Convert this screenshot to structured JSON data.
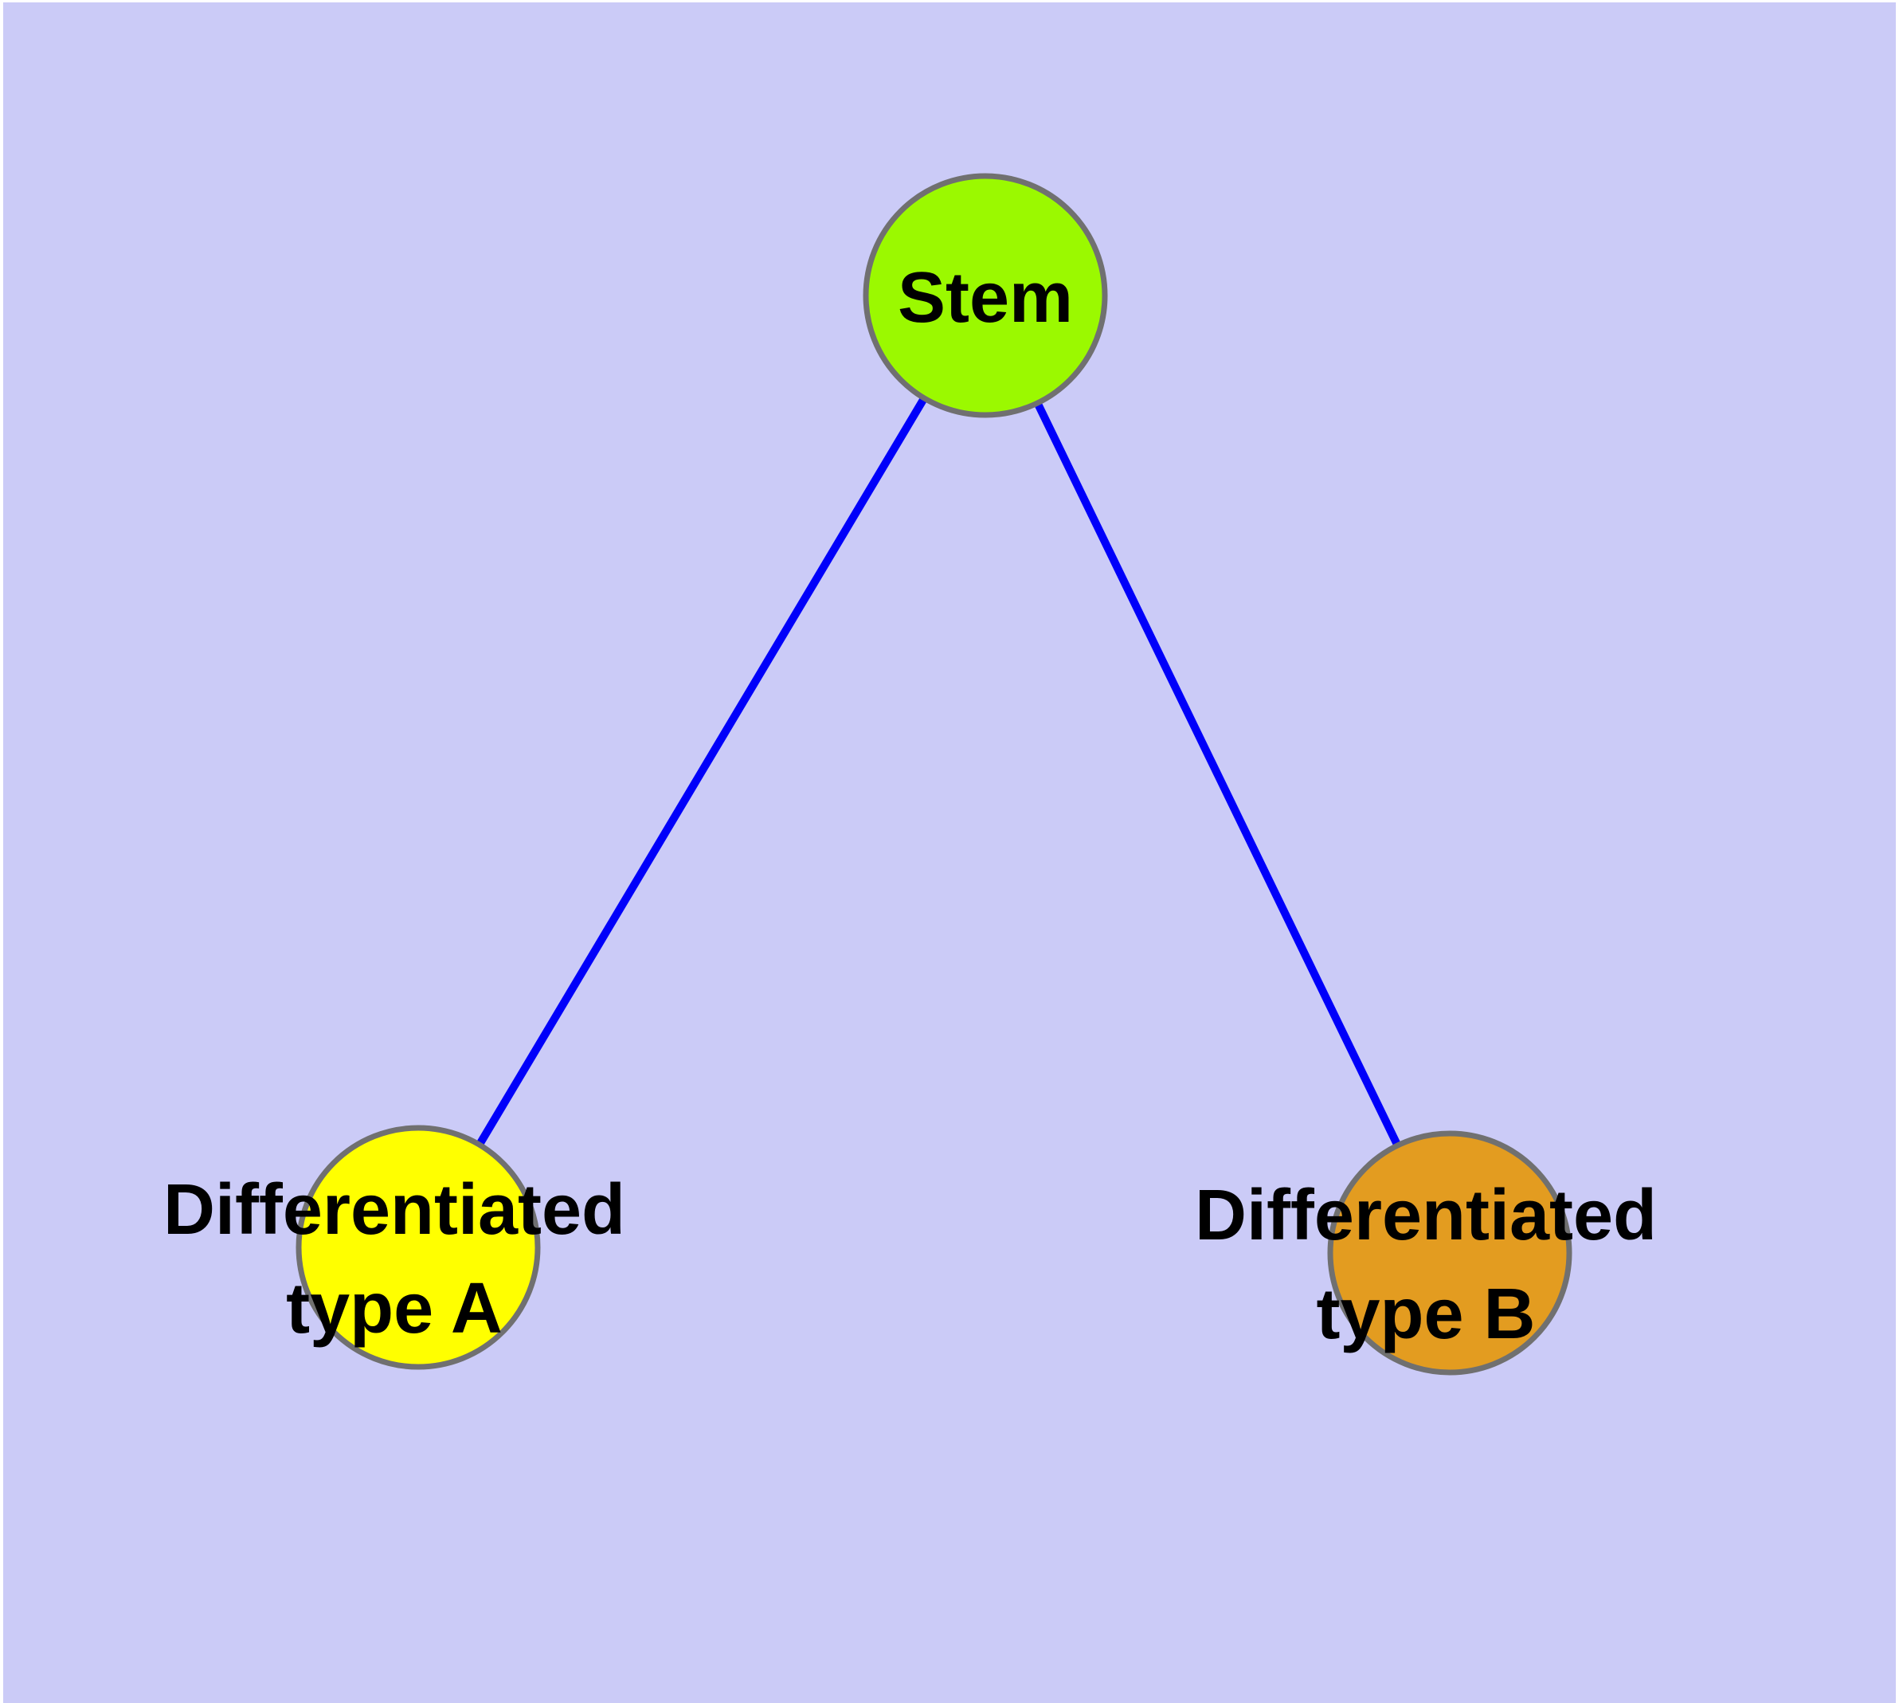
{
  "figure": {
    "type": "graph-diagram",
    "description": "Cell differentiation graph: one stem node linked to two differentiated cell type nodes",
    "background_color": "#CBCBF7",
    "margin_color": "#FFFFFF",
    "node_border_color": "#707070",
    "edge_color": "#0000FA",
    "label_color": "#000000",
    "nodes": {
      "stem": {
        "label": "Stem",
        "color": "#9BF900"
      },
      "typeA": {
        "label_line1": "Differentiated",
        "label_line2": "type A",
        "color": "#FFFF00"
      },
      "typeB": {
        "label_line1": "Differentiated",
        "label_line2": "type B",
        "color": "#E39C20"
      }
    },
    "edges": [
      {
        "from": "Stem",
        "to": "Differentiated type A"
      },
      {
        "from": "Stem",
        "to": "Differentiated type B"
      }
    ]
  }
}
